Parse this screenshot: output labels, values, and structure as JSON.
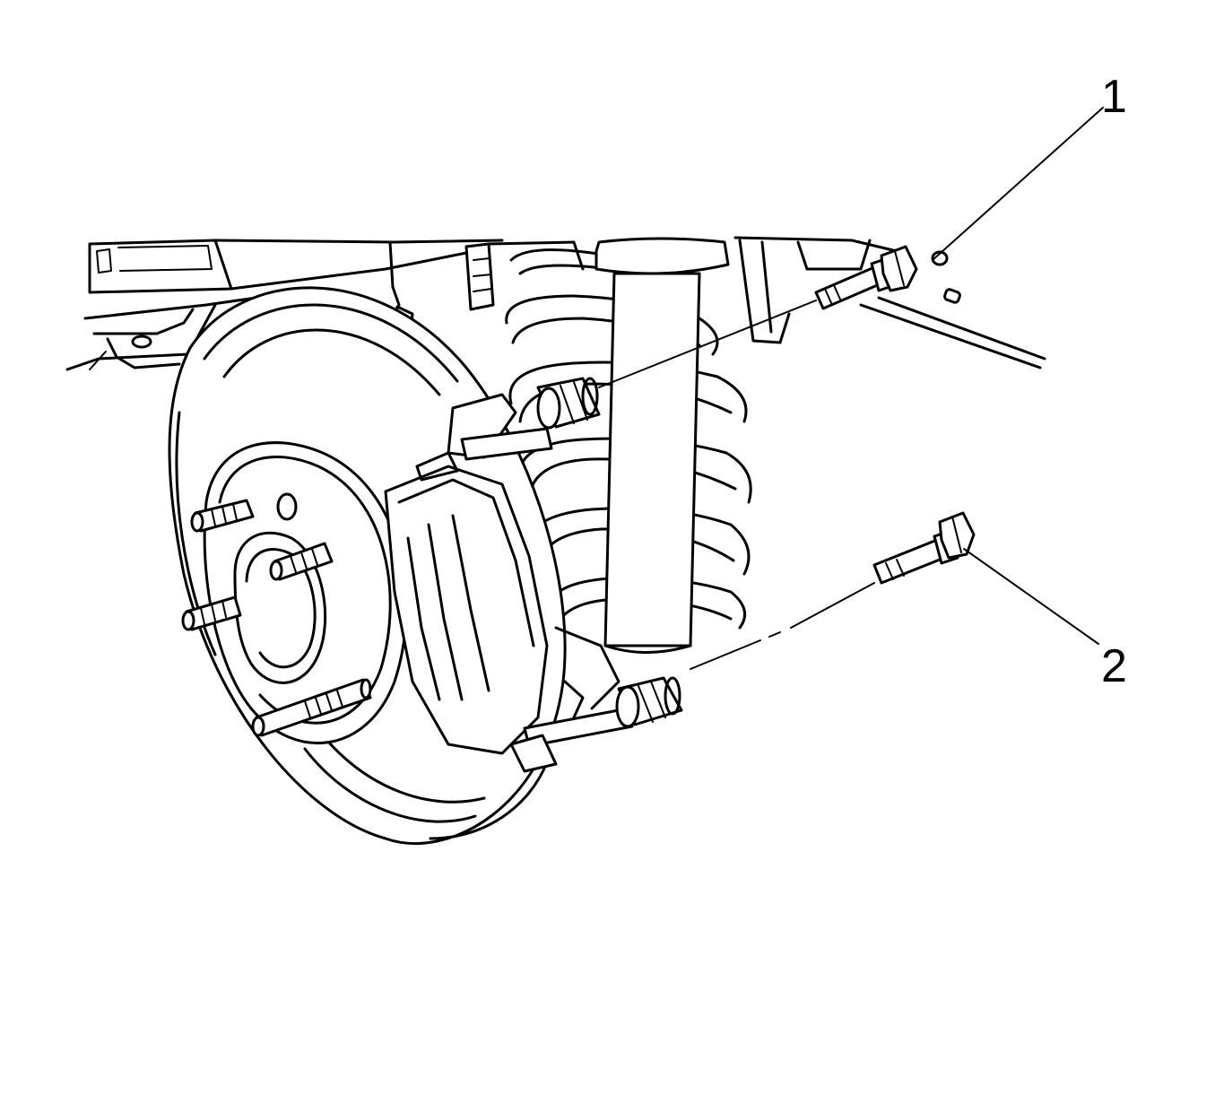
{
  "figure": {
    "callouts": [
      {
        "id": "1",
        "label": "1"
      },
      {
        "id": "2",
        "label": "2"
      }
    ],
    "ink_color": "#000000",
    "background_color": "#ffffff"
  }
}
